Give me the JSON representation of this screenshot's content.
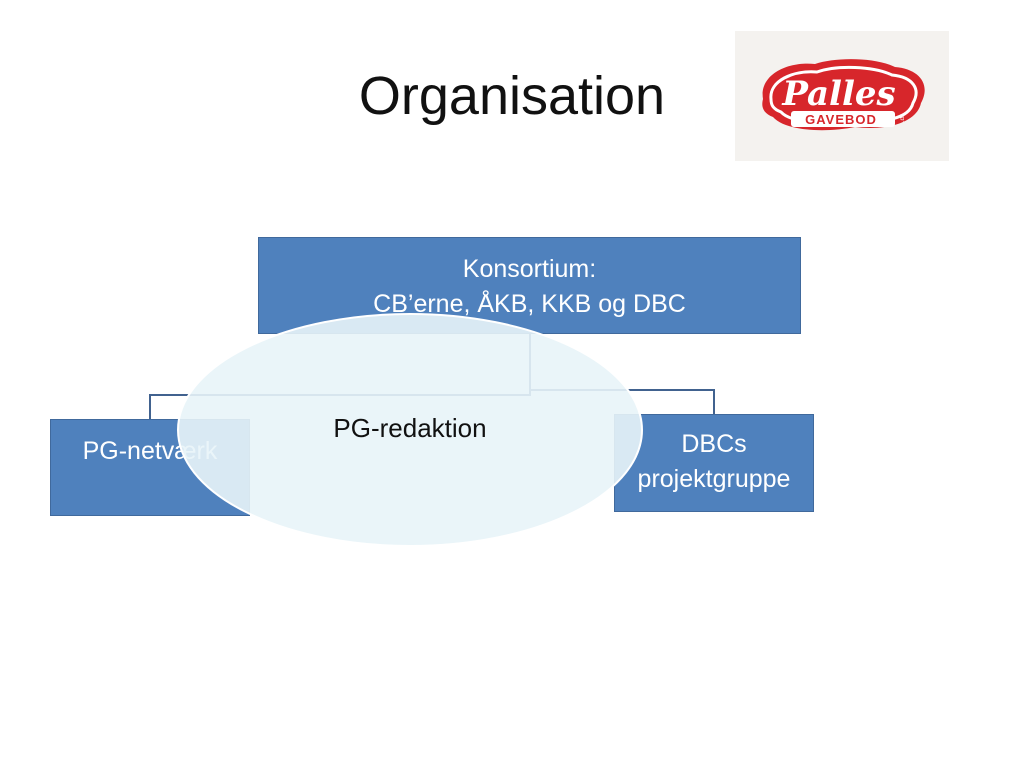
{
  "slide": {
    "title": "Organisation"
  },
  "logo": {
    "brand_text": "Palles",
    "sub_text": "GAVEBOD",
    "suffix_text": ".dk",
    "colors": {
      "red": "#d7262b",
      "white": "#ffffff",
      "background": "#f4f2ef"
    }
  },
  "diagram": {
    "top_box": {
      "line1": "Konsortium:",
      "line2": "CB’erne, ÅKB, KKB og DBC"
    },
    "left_box": {
      "label": "PG-netværk"
    },
    "right_box": {
      "line1": "DBCs",
      "line2": "projektgruppe"
    },
    "overlay": {
      "label": "PG-redaktion"
    },
    "colors": {
      "box_fill": "#4f81bd",
      "box_border": "#40699c",
      "connector": "#41628f",
      "overlay_fill": "#e8f4f8",
      "overlay_stroke": "#ffffff"
    }
  }
}
